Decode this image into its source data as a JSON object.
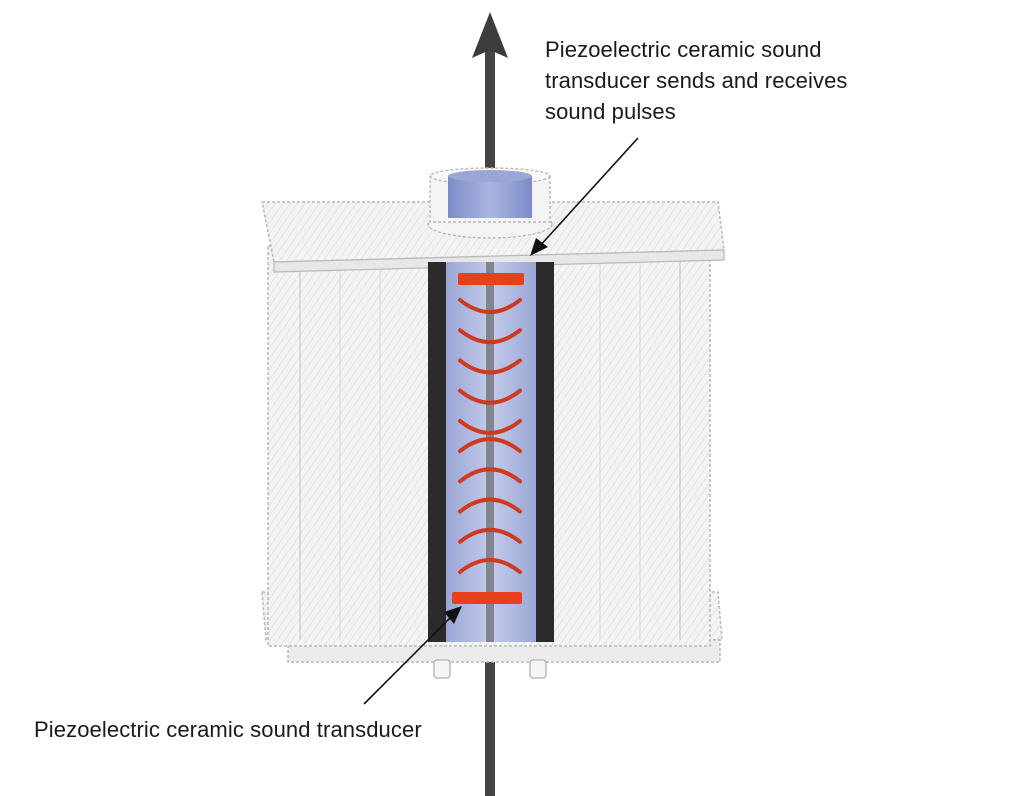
{
  "labels": {
    "top": {
      "lines": [
        "Piezoelectric ceramic sound",
        "transducer sends and receives",
        "sound pulses"
      ]
    },
    "bottom": "Piezoelectric ceramic sound transducer"
  },
  "colors": {
    "tube_fill": "#a9b3dc",
    "tube_border": "#2b2b2b",
    "transducer": "#e8401c",
    "wave": "#cf3a1e",
    "rod": "#454545",
    "housing": "#f1f2f1"
  },
  "waves": {
    "count": 10
  }
}
